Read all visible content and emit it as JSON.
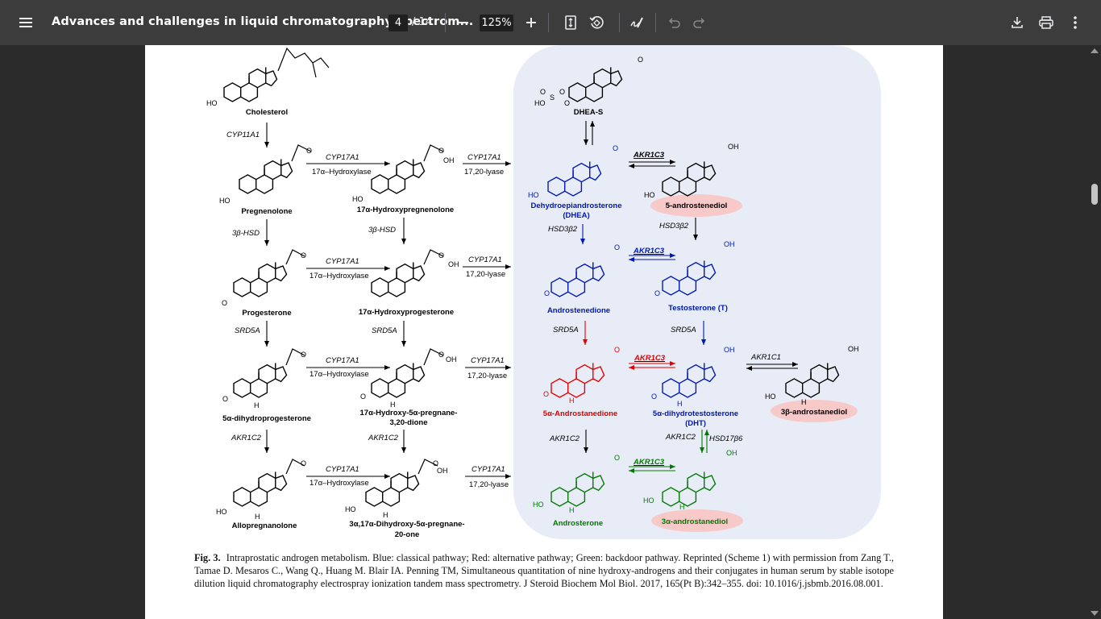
{
  "toolbar": {
    "menu_icon": "hamburger-menu-icon",
    "title": "Advances and challenges in liquid chromatography-spectrom...",
    "current_page": "4",
    "total_pages": "/ 14",
    "zoom": "125%",
    "icons": [
      "minus-icon",
      "plus-icon",
      "fit-page-icon",
      "rotate-icon",
      "annotate-icon",
      "undo-icon",
      "redo-icon",
      "download-icon",
      "print-icon",
      "more-vert-icon"
    ],
    "colors": {
      "bar": "#3c3c3c",
      "viewer": "#2b2b2b",
      "page": "#ffffff"
    }
  },
  "figure": {
    "colors": {
      "blue": "#0018b4",
      "red": "#e60000",
      "green": "#007a00",
      "black": "#000000",
      "panel": "#e8ecf6",
      "highlight": "#f7c9c9"
    },
    "compounds": {
      "cholesterol": "Cholesterol",
      "dheas": "DHEA-S",
      "pregnenolone": "Pregnenolone",
      "hpreg": "17α-Hydroxypregnenolone",
      "dhea_1": "Dehydroepiandrosterone",
      "dhea_2": "(DHEA)",
      "androstenediol": "5-androstenediol",
      "progesterone": "Progesterone",
      "hprog": "17α-Hydroxyprogesterone",
      "androstenedione": "Androstenedione",
      "testosterone": "Testosterone (T)",
      "dhp": "5α-dihydroprogesterone",
      "hdp_1": "17α-Hydroxy-5α-pregnane-",
      "hdp_2": "3,20-dione",
      "androstanedione": "5α-Androstanedione",
      "dht_1": "5α-dihydrotestosterone",
      "dht_2": "(DHT)",
      "b_androstanediol": "3β-androstanediol",
      "allopregnanolone": "Allopregnanolone",
      "dihydroxy_1": "3α,17α-Dihydroxy-5α-pregnane-",
      "dihydroxy_2": "20-one",
      "androsterone": "Androsterone",
      "a_androstanediol": "3α-androstanediol"
    },
    "enzymes": {
      "cyp11a1": "CYP11A1",
      "cyp17a1": "CYP17A1",
      "hydroxylase": "17α–Hydroxylase",
      "lyase": "17,20-lyase",
      "hsd3b": "3β-HSD",
      "hsd3b2": "HSD3β2",
      "srd5a": "SRD5A",
      "akr1c2": "AKR1C2",
      "akr1c3": "AKR1C3",
      "akr1c1": "AKR1C1",
      "hsd17b6": "HSD17β6"
    },
    "atoms": {
      "ho": "HO",
      "o": "O",
      "oh": "OH",
      "h": "H",
      "s": "S"
    }
  },
  "caption": {
    "label": "Fig. 3.",
    "text": "Intraprostatic androgen metabolism. Blue: classical pathway; Red: alternative pathway; Green: backdoor pathway. Reprinted (Scheme 1) with permission from Zang T., Tamae D. Mesaros C., Wang Q., Huang M. Blair IA. Penning TM, Simultaneous quantitation of nine hydroxy-androgens and their conjugates in human serum by stable isotope dilution liquid chromatography electrospray ionization tandem mass spectrometry. J Steroid Biochem Mol Biol. 2017, 165(Pt B):342–355. doi: 10.1016/j.jsbmb.2016.08.001."
  }
}
